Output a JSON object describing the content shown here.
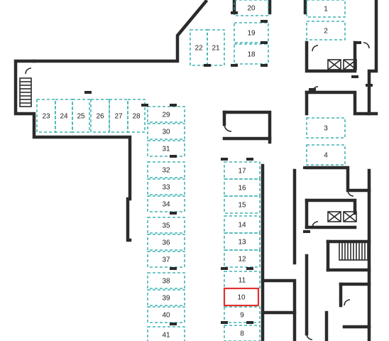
{
  "floor_plan": {
    "highlight_color": "#e03030",
    "slot_color": "#1aa3a3",
    "wall_color": "#2b2b2b",
    "selected_space": "10",
    "spaces": [
      {
        "id": "20"
      },
      {
        "id": "19"
      },
      {
        "id": "18"
      },
      {
        "id": "22"
      },
      {
        "id": "21"
      },
      {
        "id": "1"
      },
      {
        "id": "2"
      },
      {
        "id": "3"
      },
      {
        "id": "4"
      },
      {
        "id": "23"
      },
      {
        "id": "24"
      },
      {
        "id": "25"
      },
      {
        "id": "26"
      },
      {
        "id": "27"
      },
      {
        "id": "28"
      },
      {
        "id": "29"
      },
      {
        "id": "30"
      },
      {
        "id": "31"
      },
      {
        "id": "32"
      },
      {
        "id": "33"
      },
      {
        "id": "34"
      },
      {
        "id": "35"
      },
      {
        "id": "36"
      },
      {
        "id": "37"
      },
      {
        "id": "38"
      },
      {
        "id": "39"
      },
      {
        "id": "40"
      },
      {
        "id": "41"
      },
      {
        "id": "17"
      },
      {
        "id": "16"
      },
      {
        "id": "15"
      },
      {
        "id": "14"
      },
      {
        "id": "13"
      },
      {
        "id": "12"
      },
      {
        "id": "11"
      },
      {
        "id": "10"
      },
      {
        "id": "9"
      },
      {
        "id": "8"
      }
    ]
  }
}
